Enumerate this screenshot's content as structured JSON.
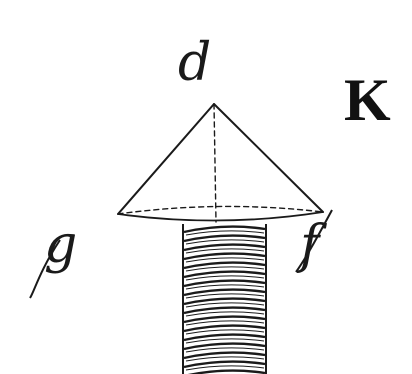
{
  "figure": {
    "letter": "K",
    "points": {
      "apex": "d",
      "left": "g",
      "right": "f"
    }
  },
  "colors": {
    "ink": "#1a1a1a",
    "paper": "#ffffff"
  }
}
